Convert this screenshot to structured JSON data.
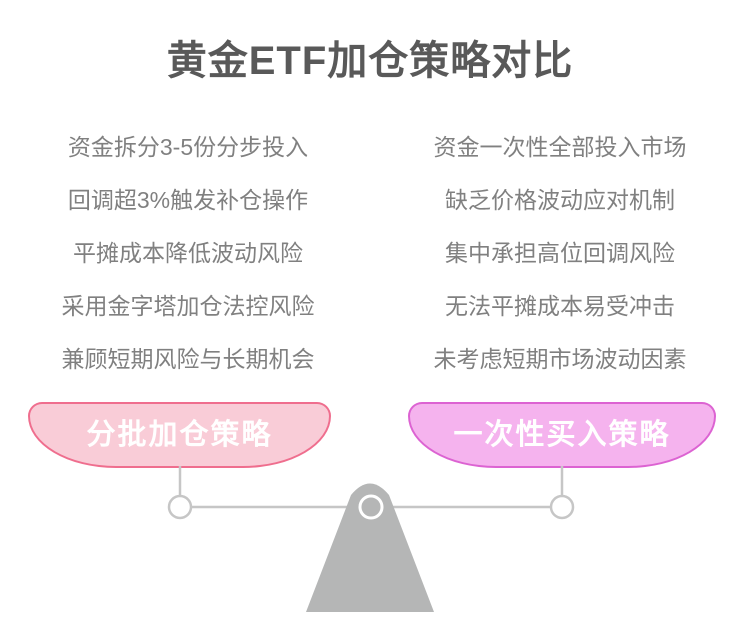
{
  "title": "黄金ETF加仓策略对比",
  "columns": {
    "left": {
      "items": [
        "资金拆分3-5份分步投入",
        "回调超3%触发补仓操作",
        "平摊成本降低波动风险",
        "采用金字塔加仓法控风险",
        "兼顾短期风险与长期机会"
      ]
    },
    "right": {
      "items": [
        "资金一次性全部投入市场",
        "缺乏价格波动应对机制",
        "集中承担高位回调风险",
        "无法平摊成本易受冲击",
        "未考虑短期市场波动因素"
      ]
    }
  },
  "scale": {
    "left_pan": {
      "label": "分批加仓策略",
      "fill": "#f9ccd7",
      "border": "#ef6e8e",
      "text_color": "#ffffff"
    },
    "right_pan": {
      "label": "一次性买入策略",
      "fill": "#f5b3ee",
      "border": "#dc63d2",
      "text_color": "#ffffff"
    },
    "icons": [
      "balance-beam-icon",
      "pan-hanger-circle-icon",
      "fulcrum-triangle-icon",
      "pivot-circle-icon"
    ]
  },
  "colors": {
    "title_text": "#595959",
    "body_text": "#808080",
    "hardware_gray": "#c6c6c6",
    "fulcrum_gray": "#b5b6b6",
    "background": "#ffffff"
  }
}
